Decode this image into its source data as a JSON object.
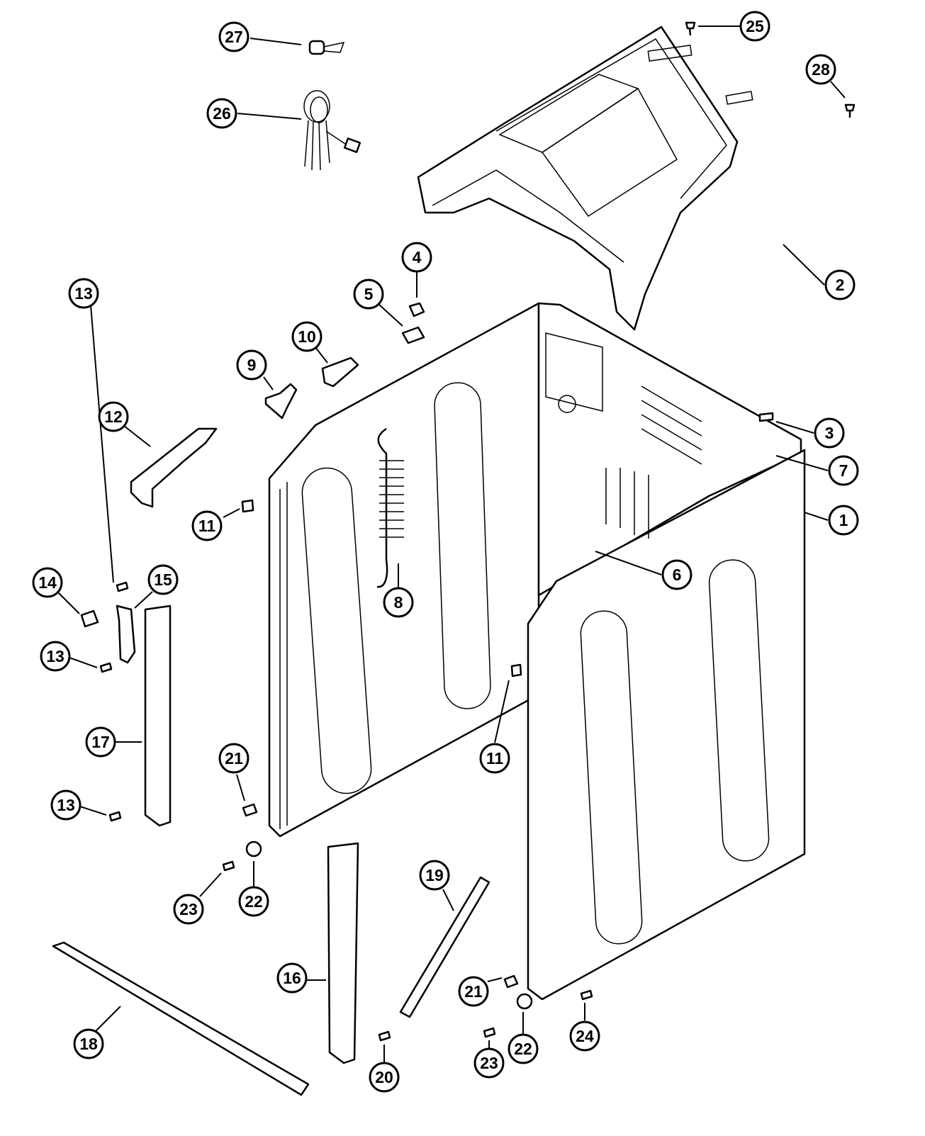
{
  "callouts": [
    {
      "id": "c1",
      "label": "1"
    },
    {
      "id": "c2",
      "label": "2"
    },
    {
      "id": "c3",
      "label": "3"
    },
    {
      "id": "c4",
      "label": "4"
    },
    {
      "id": "c5",
      "label": "5"
    },
    {
      "id": "c6",
      "label": "6"
    },
    {
      "id": "c7",
      "label": "7"
    },
    {
      "id": "c8",
      "label": "8"
    },
    {
      "id": "c9",
      "label": "9"
    },
    {
      "id": "c10",
      "label": "10"
    },
    {
      "id": "c11a",
      "label": "11"
    },
    {
      "id": "c11b",
      "label": "11"
    },
    {
      "id": "c12",
      "label": "12"
    },
    {
      "id": "c13a",
      "label": "13"
    },
    {
      "id": "c13b",
      "label": "13"
    },
    {
      "id": "c13c",
      "label": "13"
    },
    {
      "id": "c14",
      "label": "14"
    },
    {
      "id": "c15",
      "label": "15"
    },
    {
      "id": "c16",
      "label": "16"
    },
    {
      "id": "c17",
      "label": "17"
    },
    {
      "id": "c18",
      "label": "18"
    },
    {
      "id": "c19",
      "label": "19"
    },
    {
      "id": "c20",
      "label": "20"
    },
    {
      "id": "c21a",
      "label": "21"
    },
    {
      "id": "c21b",
      "label": "21"
    },
    {
      "id": "c22a",
      "label": "22"
    },
    {
      "id": "c22b",
      "label": "22"
    },
    {
      "id": "c23a",
      "label": "23"
    },
    {
      "id": "c23b",
      "label": "23"
    },
    {
      "id": "c24",
      "label": "24"
    },
    {
      "id": "c25",
      "label": "25"
    },
    {
      "id": "c26",
      "label": "26"
    },
    {
      "id": "c27",
      "label": "27"
    },
    {
      "id": "c28",
      "label": "28"
    }
  ]
}
